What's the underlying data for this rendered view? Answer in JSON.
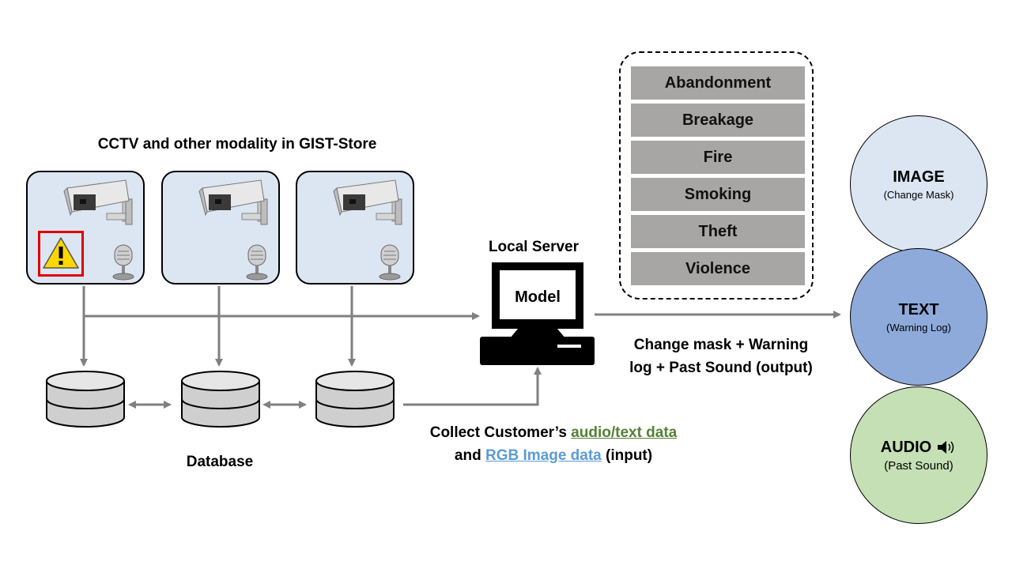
{
  "cctv_title": "CCTV and other modality in GIST-Store",
  "database_label": "Database",
  "local_server_label": "Local Server",
  "model_label": "Model",
  "categories": [
    "Abandonment",
    "Breakage",
    "Fire",
    "Smoking",
    "Theft",
    "Violence"
  ],
  "output_text": {
    "line1": "Change mask + Warning",
    "line2": "log + Past Sound (output)"
  },
  "input_text": {
    "line1_prefix": "Collect Customer’s ",
    "line1_link": "audio/text data",
    "line2_prefix": "and ",
    "line2_link": "RGB Image data",
    "line2_suffix": " (input)"
  },
  "outputs": {
    "image": {
      "title": "IMAGE",
      "subtitle": "(Change Mask)"
    },
    "text": {
      "title": "TEXT",
      "subtitle": "(Warning Log)"
    },
    "audio": {
      "title": "AUDIO",
      "subtitle": "(Past Sound)"
    }
  },
  "colors": {
    "camera_bg": "#dce6f2",
    "warning_border": "#e00000",
    "category_bg": "#a7a6a4",
    "image_circle": "#dce6f2",
    "text_circle": "#8eaadb",
    "audio_circle": "#c5e0b4",
    "audio_link": "#538135",
    "image_link": "#5b9bd5",
    "arrow": "#808080"
  }
}
